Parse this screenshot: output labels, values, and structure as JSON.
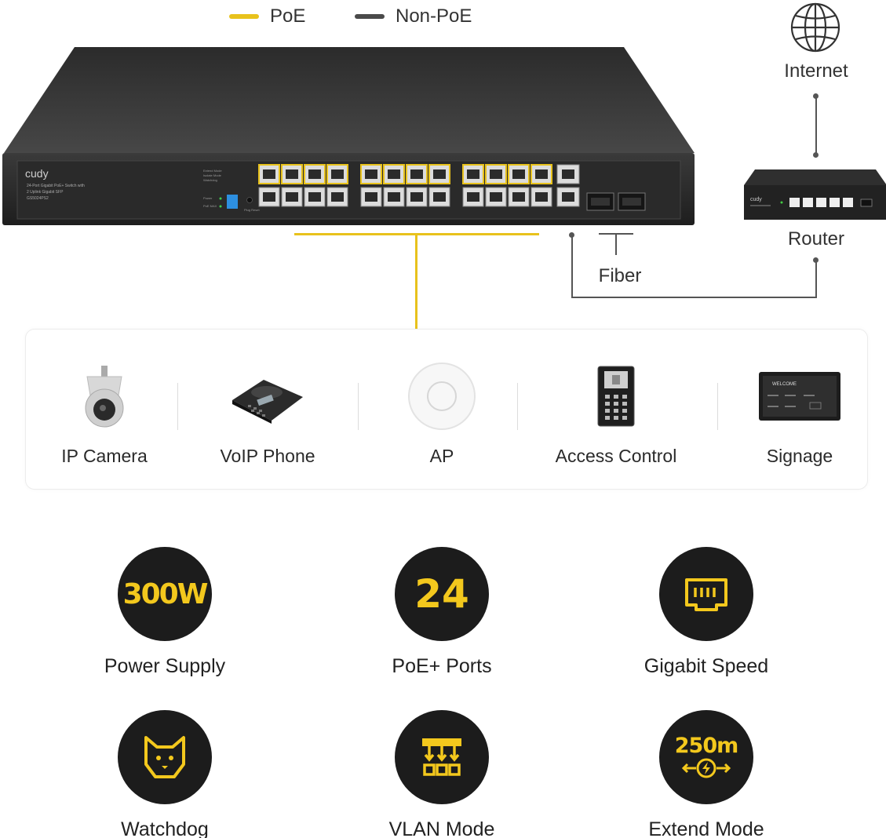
{
  "legend": [
    {
      "label": "PoE",
      "color": "#e8c21c"
    },
    {
      "label": "Non-PoE",
      "color": "#4a4a4a"
    }
  ],
  "switch": {
    "brand": "cudy",
    "desc_line1": "24-Port Gigabit PoE+ Switch with",
    "desc_line2": "2 Uplink Gigabit SFP",
    "model": "GS5024PS2",
    "dip_line1": "Extend Mode",
    "dip_line2": "Isolate Mode",
    "dip_line3": "Watchdog",
    "led_power": "Power",
    "led_poemax": "PoE MAX",
    "reset_label": "Plug Reset"
  },
  "network": {
    "internet_label": "Internet",
    "router_label": "Router",
    "router_brand": "cudy",
    "fiber_label": "Fiber"
  },
  "devices": [
    {
      "label": "IP Camera",
      "icon": "ip-camera-icon"
    },
    {
      "label": "VoIP Phone",
      "icon": "voip-phone-icon"
    },
    {
      "label": "AP",
      "icon": "access-point-icon"
    },
    {
      "label": "Access Control",
      "icon": "access-control-icon"
    },
    {
      "label": "Signage",
      "icon": "signage-icon",
      "screen_text": "WELCOME"
    }
  ],
  "features": [
    {
      "value": "300W",
      "label": "Power Supply"
    },
    {
      "value": "24",
      "label": "PoE+ Ports"
    },
    {
      "label": "Gigabit Speed",
      "icon": "ethernet-port-icon"
    },
    {
      "label": "Watchdog",
      "icon": "dog-face-icon"
    },
    {
      "label": "VLAN Mode",
      "icon": "vlan-tree-icon"
    },
    {
      "value": "250m",
      "label": "Extend Mode",
      "icon": "distance-arrow-icon"
    }
  ],
  "colors": {
    "poe": "#e8c21c",
    "feature_circle": "#1c1c1c",
    "feature_accent": "#f3c81d"
  }
}
